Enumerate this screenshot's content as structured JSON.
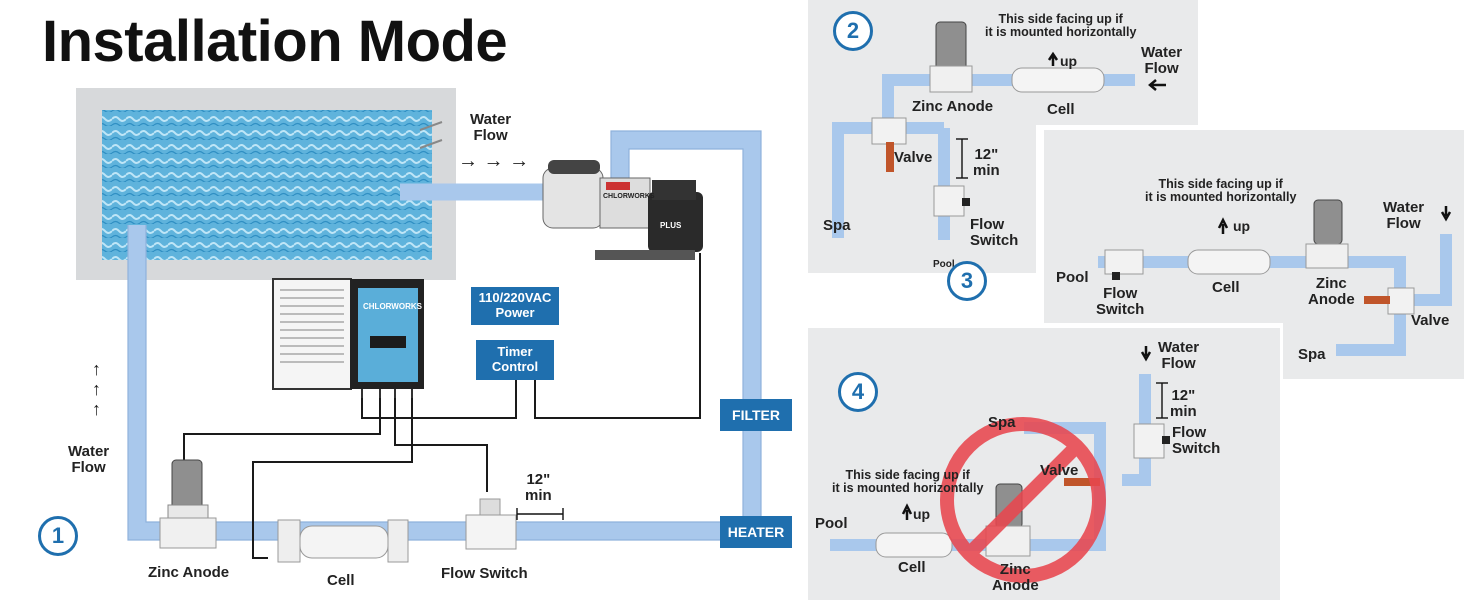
{
  "title": "Installation Mode",
  "main": {
    "step": "1",
    "water_flow_top": "Water\nFlow",
    "water_flow_left": "Water\nFlow",
    "arrows_right": "→ → →",
    "arrows_up": "↑\n↑\n↑",
    "power_box": "110/220VAC\nPower",
    "timer_box": "Timer\nControl",
    "filter": "FILTER",
    "heater": "HEATER",
    "zinc_anode": "Zinc Anode",
    "cell": "Cell",
    "flow_switch": "Flow Switch",
    "min_spacing": "12\"\nmin",
    "controller_brand": "CHLORWORKS",
    "pump_brand": "CHLORWORKS",
    "pump_model": "PLUS"
  },
  "panel2": {
    "step": "2",
    "note": "This side facing up if\nit is mounted horizontally",
    "up": "up",
    "water_flow": "Water\nFlow",
    "zinc_anode": "Zinc Anode",
    "cell": "Cell",
    "valve": "Valve",
    "min_spacing": "12\"\nmin",
    "spa": "Spa",
    "flow_switch": "Flow\nSwitch",
    "pool": "Pool"
  },
  "panel3": {
    "step": "3",
    "note": "This side facing up if\nit is mounted horizontally",
    "up": "up",
    "water_flow": "Water\nFlow",
    "pool": "Pool",
    "flow_switch": "Flow\nSwitch",
    "cell": "Cell",
    "zinc_anode": "Zinc\nAnode",
    "valve": "Valve",
    "spa": "Spa"
  },
  "panel4": {
    "step": "4",
    "water_flow": "Water\nFlow",
    "min_spacing": "12\"\nmin",
    "spa": "Spa",
    "flow_switch": "Flow\nSwitch",
    "valve": "Valve",
    "note": "This side facing up if\nit is mounted horizontally",
    "up": "up",
    "pool": "Pool",
    "cell": "Cell",
    "zinc_anode": "Zinc\nAnode"
  },
  "colors": {
    "pipe": "#a9c8ec",
    "pipe_edge": "#8fb2dc",
    "label_box": "#1f6fae",
    "no_sign": "#e8474f",
    "panel_bg": "#e9eaeb",
    "valve_handle": "#c0552a"
  }
}
